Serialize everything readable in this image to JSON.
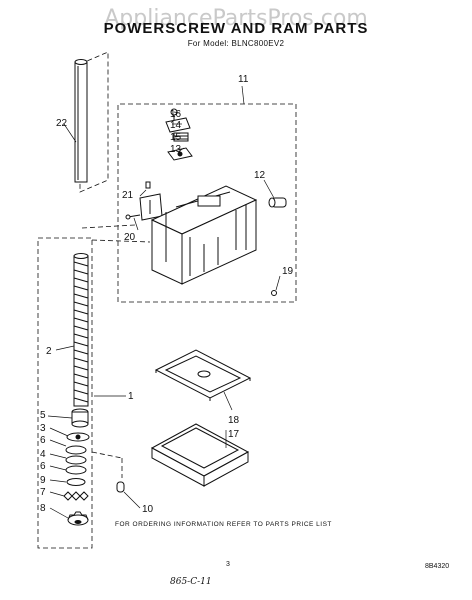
{
  "watermark": "AppliancePartsPros.com",
  "header": {
    "title": "POWERSCREW AND RAM PARTS",
    "model_line": "For Model: BLNC800EV2"
  },
  "callouts": {
    "c1": "1",
    "c2": "2",
    "c3a": "3",
    "c3b": "3",
    "c4": "4",
    "c5": "5",
    "c6a": "6",
    "c6b": "6",
    "c7": "7",
    "c8": "8",
    "c9": "9",
    "c10": "10",
    "c11": "11",
    "c12": "12",
    "c13": "13",
    "c14": "14",
    "c15": "15",
    "c16": "16",
    "c17": "17",
    "c18": "18",
    "c19": "19",
    "c20": "20",
    "c21": "21",
    "c22": "22"
  },
  "footer": {
    "ordering_note": "FOR ORDERING INFORMATION REFER TO PARTS PRICE LIST",
    "page_number": "3",
    "diagram_code": "8B4320",
    "handwritten_note": "865-C-11"
  }
}
